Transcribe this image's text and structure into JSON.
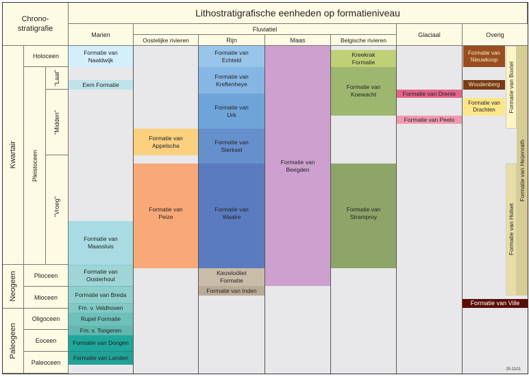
{
  "header": {
    "chrono": "Chrono-\nstratigrafie",
    "title": "Lithostratigrafische eenheden op formatieniveau",
    "marien": "Marien",
    "fluviatiel": "Fluviatiel",
    "oostelijk": "Oostelijke rivieren",
    "rijn": "Rijn",
    "maas": "Maas",
    "belgisch": "Belgische rivieren",
    "glaciaal": "Glaciaal",
    "overig": "Overig"
  },
  "chrono": {
    "kwartair": "Kwartair",
    "neogeen": "Neogeen",
    "paleogeen": "Paleogeen",
    "holoceen": "Holoceen",
    "pleistoceen": "Pleistoceen",
    "laat": "\"Laat\"",
    "midden": "\"Midden\"",
    "vroeg": "\"Vroeg\"",
    "plioceen": "Plioceen",
    "mioceen": "Mioceen",
    "oligoceen": "Oligoceen",
    "eoceen": "Eoceen",
    "paleoceen": "Paleoceen"
  },
  "formations": {
    "naaldwijk": "Formatie van\nNaaldwijk",
    "eem": "Eem Formatie",
    "maassluis": "Formatie van\nMaassluis",
    "oosterhout": "Formatie van\nOosterhout",
    "breda": "Formatie van Breda",
    "veldhoven": "Fm. v. Veldhoven",
    "rupel": "Rupel Formatie",
    "tongeren": "Fm. v. Tongeren",
    "dongen": "Formatie van Dongen",
    "landen": "Formatie van Landen",
    "appelscha": "Formatie van\nAppelscha",
    "peize": "Formatie van\nPeize",
    "echteld": "Formatie van\nEchteld",
    "kreftenheye": "Formatie van\nKreftenheye",
    "urk": "Formatie van\nUrk",
    "sterksel": "Formatie van\nSterksel",
    "waalre": "Formatie van\nWaalre",
    "kiezeloliet": "Kiezeloöliet\nFormatie",
    "inden": "Formatie van Inden",
    "beegden": "Formatie van\nBeegden",
    "kreekrak": "Kreekrak\nFormatie",
    "koewacht": "Formatie van\nKoewacht",
    "stramproy": "Formatie van\nStramproy",
    "drente": "Formatie van Drente",
    "peelo": "Formatie van Peelo",
    "nieuwkoop": "Formatie van\nNieuwkoop",
    "woudenberg": "Woudenberg",
    "drachten": "Formatie van\nDrachten",
    "boxtel": "Formatie van Boxtel",
    "holset": "Formatie van Holset",
    "heijenrath": "Formatie van Heijenrath",
    "ville": "Formatie van Ville"
  },
  "code": "JS-1101"
}
